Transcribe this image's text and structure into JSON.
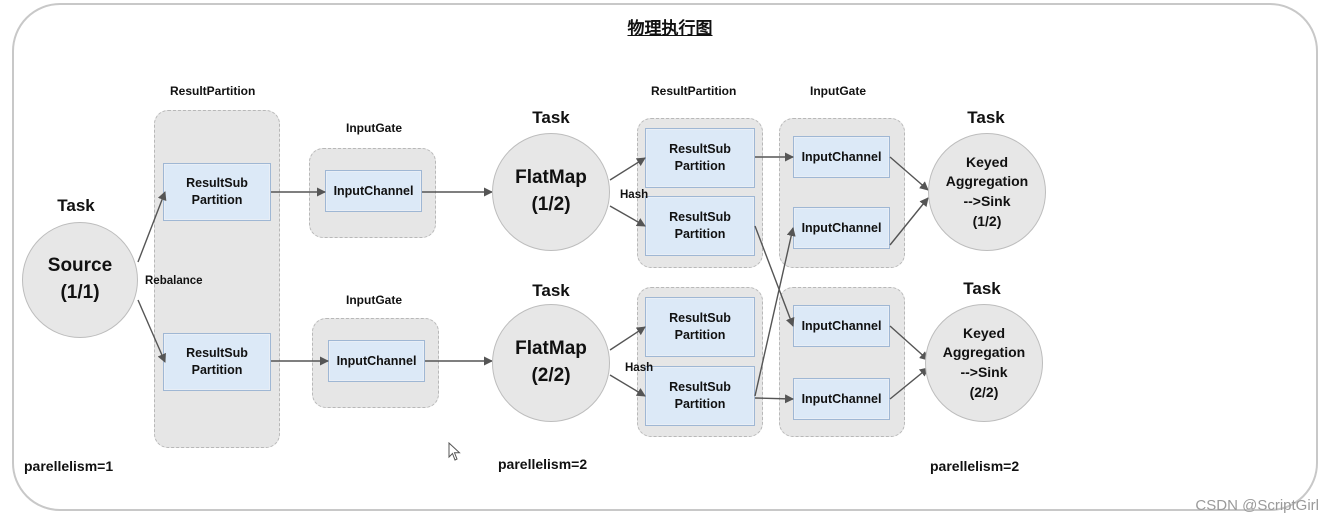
{
  "title": "物理执行图",
  "labels": {
    "task": "Task",
    "result_partition": "ResultPartition",
    "input_gate": "InputGate",
    "rebalance": "Rebalance",
    "hash": "Hash",
    "parallelism_1": "parellelism=1",
    "parallelism_2": "parellelism=2"
  },
  "nodes": {
    "source": "Source\n(1/1)",
    "flatmap_1": "FlatMap\n(1/2)",
    "flatmap_2": "FlatMap\n(2/2)",
    "sink_1": "Keyed\nAggregation\n-->Sink\n(1/2)",
    "sink_2": "Keyed\nAggregation\n-->Sink\n(2/2)"
  },
  "boxes": {
    "result_sub_partition": "ResultSub\nPartition",
    "input_channel": "InputChannel"
  },
  "watermark": "CSDN @ScriptGirl",
  "colors": {
    "box_fill": "#dce9f7",
    "group_fill": "#e6e6e6",
    "circle_fill": "#e7e7e7",
    "edge": "#555555"
  }
}
